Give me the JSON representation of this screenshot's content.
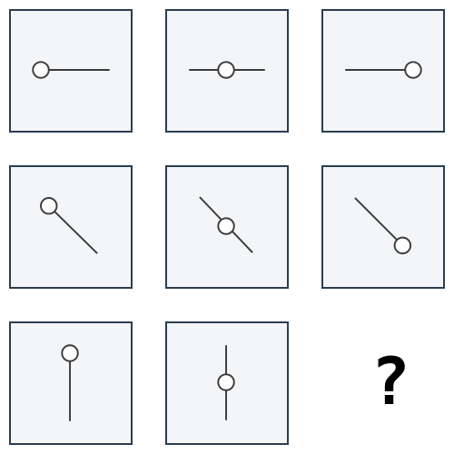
{
  "puzzle": {
    "cells": [
      {
        "id": "r1c1",
        "orientation": "horizontal",
        "knob_position": "start"
      },
      {
        "id": "r1c2",
        "orientation": "horizontal",
        "knob_position": "middle"
      },
      {
        "id": "r1c3",
        "orientation": "horizontal",
        "knob_position": "end"
      },
      {
        "id": "r2c1",
        "orientation": "diagonal",
        "knob_position": "start"
      },
      {
        "id": "r2c2",
        "orientation": "diagonal",
        "knob_position": "middle"
      },
      {
        "id": "r2c3",
        "orientation": "diagonal",
        "knob_position": "end"
      },
      {
        "id": "r3c1",
        "orientation": "vertical",
        "knob_position": "start"
      },
      {
        "id": "r3c2",
        "orientation": "vertical",
        "knob_position": "middle"
      }
    ],
    "missing_label": "?"
  },
  "colors": {
    "cell_border": "#2b3e52",
    "cell_background": "#f4f5f8",
    "line": "#3c3c3c",
    "knob_fill": "#ffffff"
  }
}
